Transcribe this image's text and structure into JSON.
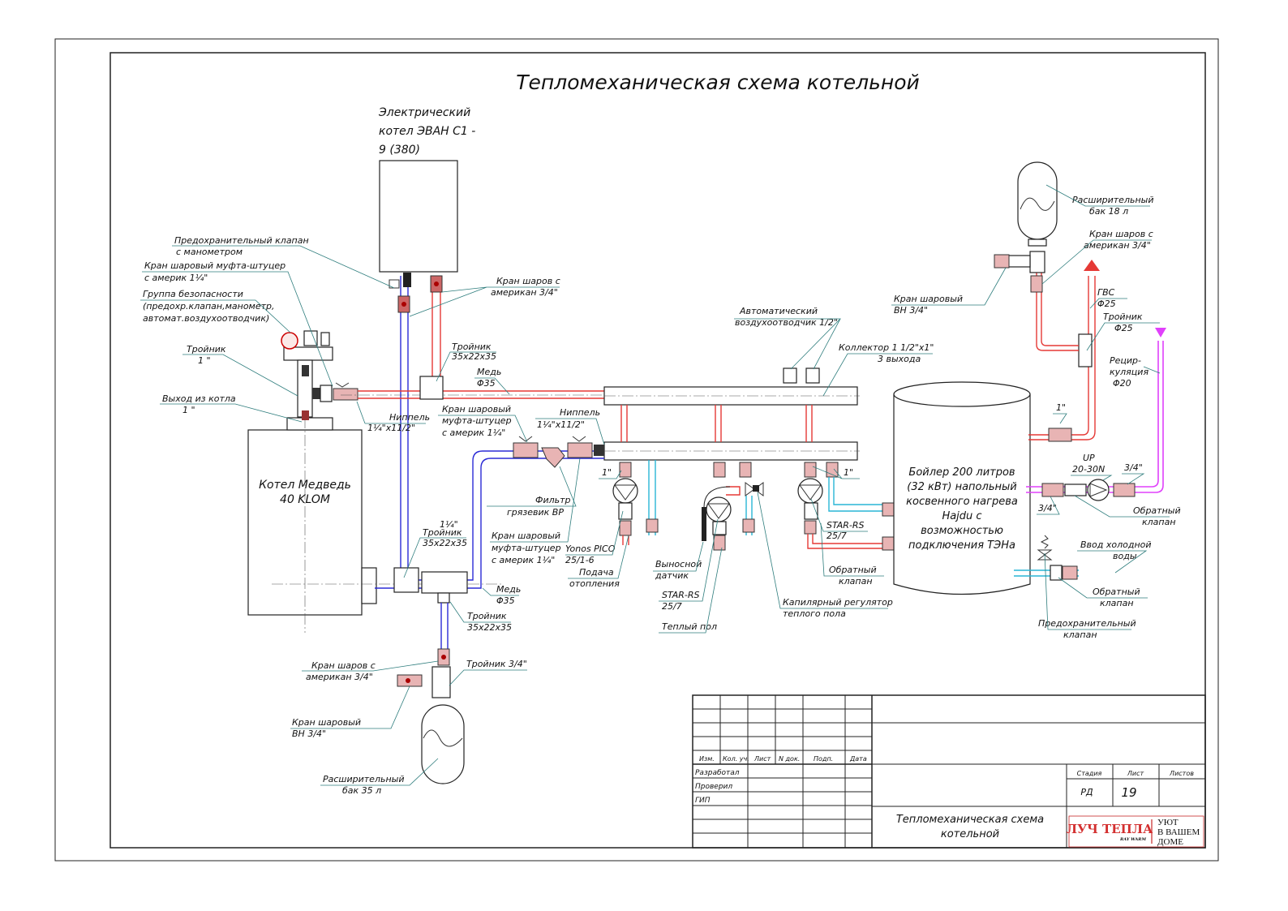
{
  "title": "Тепломеханическая схема котельной",
  "equipment": {
    "electric_boiler": [
      "Электрический",
      "котел ЭВАН С1 -",
      "9 (380)"
    ],
    "main_boiler": [
      "Котел Медведь",
      "40 KLOM"
    ],
    "dhw_tank": [
      "Бойлер 200 литров",
      "(32 кВт) напольный",
      "косвенного нагрева",
      "Hajdu с",
      "возможностью",
      "подключения ТЭНа"
    ]
  },
  "labels": {
    "safety_valve_gauge": [
      "Предохранительный клапан",
      "с манометром"
    ],
    "ball_valve_union_114": [
      "Кран шаровый муфта-штуцер",
      "с америк 1¼\""
    ],
    "safety_group": [
      "Группа безопасности",
      "(предохр.клапан,манометр,",
      "автомат.воздухоотводчик)"
    ],
    "tee_1": [
      "Тройник",
      "1 \""
    ],
    "boiler_outlet": [
      "Выход из котла",
      "1 \""
    ],
    "nipple_left": [
      "Ниппель",
      "1¼\"x11/2\""
    ],
    "ball_valve_american_top": [
      "Кран шаров с",
      "американ 3/4\""
    ],
    "tee_35_top": [
      "Тройник",
      "35x22x35"
    ],
    "copper_35_top": [
      "Медь",
      "Φ35"
    ],
    "ball_valve_union_mid": [
      "Кран шаровый",
      "муфта-штуцер",
      "с америк 1¼\""
    ],
    "nipple_right": [
      "Ниппель",
      "1¼\"x11/2\""
    ],
    "auto_air_vent": [
      "Автоматический",
      "воздухоотводчик 1/2\""
    ],
    "collector": [
      "Коллектор 1 1/2\"x1\"",
      "3 выхода"
    ],
    "filter": [
      "Фильтр",
      "грязевик ВР"
    ],
    "tee_35_bottom": [
      "1¼\"",
      "Тройник",
      "35x22x35"
    ],
    "ball_valve_union_low": [
      "Кран шаровый",
      "муфта-штуцер",
      "с америк 1¼\""
    ],
    "pump_yonos": [
      "Yonos PICO",
      "25/1-6"
    ],
    "heating_supply": [
      "Подача",
      "отопления"
    ],
    "size_1in_a": "1\"",
    "size_1in_b": "1\"",
    "copper_35_bottom": [
      "Медь",
      "Φ35"
    ],
    "tee_35_lower": [
      "Тройник",
      "35x22x35"
    ],
    "remote_sensor": [
      "Выносной",
      "датчик"
    ],
    "pump_star_floor": [
      "STAR-RS",
      "25/7"
    ],
    "warm_floor": "Теплый пол",
    "capillary_regulator": [
      "Капилярный регулятор",
      "теплого пола"
    ],
    "pump_star_boiler": [
      "STAR-RS",
      "25/7"
    ],
    "check_valve_mid": [
      "Обратный",
      "клапан"
    ],
    "ball_valve_american_bottom": [
      "Кран шаров с",
      "американ 3/4\""
    ],
    "tee_34": "Тройник 3/4\"",
    "ball_valve_vn_bottom": [
      "Кран шаровый",
      "ВН 3/4\""
    ],
    "exp_tank_35": [
      "Расширительный",
      "бак 35 л"
    ],
    "exp_tank_18": [
      "Расширительный",
      "бак 18 л"
    ],
    "ball_valve_american_right": [
      "Кран шаров с",
      "американ 3/4\""
    ],
    "ball_valve_vn_right": [
      "Кран шаровый",
      "ВН 3/4\""
    ],
    "dhw": [
      "ГВС",
      "Φ25"
    ],
    "tee_25": [
      "Тройник",
      "Φ25"
    ],
    "recirc": [
      "Рецир-",
      "куляция",
      "Φ20"
    ],
    "size_1in_c": "1\"",
    "pump_up": [
      "UP",
      "20-30N"
    ],
    "size_34_a": "3/4\"",
    "size_34_b": "3/4\"",
    "check_valve_recirc": [
      "Обратный",
      "клапан"
    ],
    "cold_water_in": [
      "Ввод холодной",
      "воды"
    ],
    "check_valve_cold": [
      "Обратный",
      "клапан"
    ],
    "safety_valve": [
      "Предохранительный",
      "клапан"
    ]
  },
  "title_block": {
    "headers": [
      "Изм.",
      "Кол. уч.",
      "Лист",
      "N док.",
      "Подп.",
      "Дата"
    ],
    "roles": [
      "Разработал",
      "Проверил",
      "ГИП"
    ],
    "stage_label": "Стадия",
    "sheet_label": "Лист",
    "sheets_label": "Листов",
    "stage_value": "РД",
    "sheet_value": "19",
    "sheets_value": "",
    "drawing_name": [
      "Тепломеханическая схема",
      "котельной"
    ],
    "logo": {
      "name": "ЛУЧ ТЕПЛА",
      "sub": "RAY WARM",
      "slogan": [
        "УЮТ",
        "В ВАШЕМ",
        "ДОМЕ"
      ]
    }
  },
  "colors": {
    "supply_hot": "#e53935",
    "return_cold": "#2b2bd6",
    "cold_water": "#29b6d6",
    "recirculation": "#e040fb",
    "leader_line": "#2e7d7d"
  }
}
